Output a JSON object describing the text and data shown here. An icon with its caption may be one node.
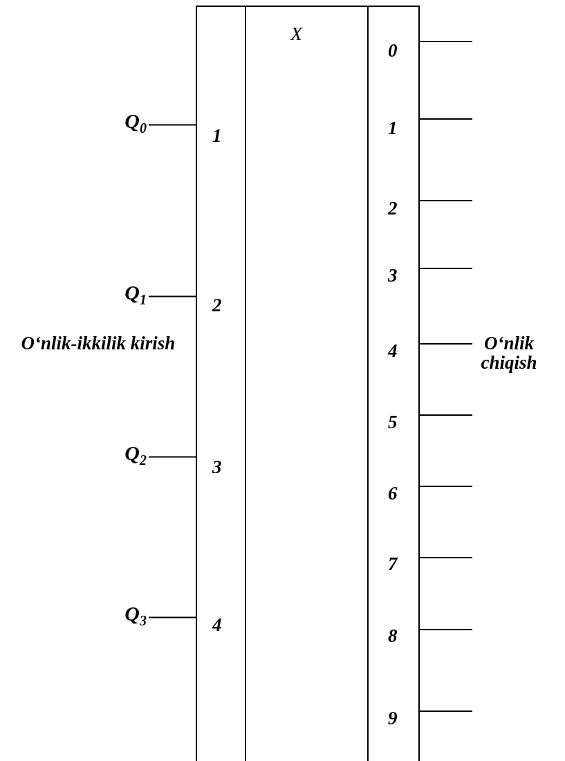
{
  "diagram": {
    "nodes": [
      {
        "text": [
          "1",
          "2",
          "3",
          "4"
        ]
      },
      {
        "text": [
          "X"
        ]
      },
      {
        "text": [
          "0",
          "1",
          "2",
          "3",
          "4",
          "5",
          "6",
          "7",
          "8",
          "9"
        ]
      },
      {
        "text": [
          "Q$_{0}$"
        ]
      },
      {
        "text": [
          "Q$_{1}$"
        ]
      },
      {
        "text": [
          "Q$_{2}$"
        ]
      },
      {
        "text": [
          "Q$_{3}$"
        ]
      }
    ],
    "edges": [
      {
        "from": 3,
        "to": 0,
        "arrow": "none"
      },
      {
        "from": 4,
        "to": 0,
        "arrow": "none"
      },
      {
        "from": 5,
        "to": 0,
        "arrow": "none"
      },
      {
        "from": 6,
        "to": 0,
        "arrow": "none"
      },
      {
        "from": 2,
        "to": null,
        "arrow": "none"
      },
      {
        "from": 2,
        "to": null,
        "arrow": "none"
      },
      {
        "from": 2,
        "to": null,
        "arrow": "none"
      },
      {
        "from": 2,
        "to": null,
        "arrow": "none"
      },
      {
        "from": 2,
        "to": null,
        "arrow": "none"
      },
      {
        "from": 2,
        "to": null,
        "arrow": "none"
      },
      {
        "from": 2,
        "to": null,
        "arrow": "none"
      },
      {
        "from": 2,
        "to": null,
        "arrow": "none"
      },
      {
        "from": 2,
        "to": null,
        "arrow": "none"
      },
      {
        "from": 2,
        "to": null,
        "arrow": "none"
      }
    ],
    "labels": [
      "O‘nlik-ikkilik kirish",
      "O‘nlik chiqish"
    ]
  }
}
